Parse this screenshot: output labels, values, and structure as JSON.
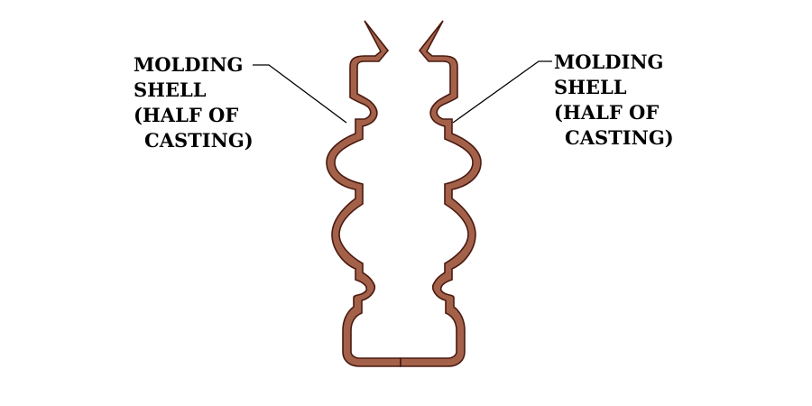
{
  "labels": {
    "left": {
      "line1": "MOLDING",
      "line2": "SHELL",
      "line3": "(HALF OF",
      "line4": "CASTING)"
    },
    "right": {
      "line1": "MOLDING",
      "line2": "SHELL",
      "line3": "(HALF OF",
      "line4": "CASTING)"
    }
  },
  "colors": {
    "shell_fill": "#a4614a",
    "shell_stroke": "#4a1a10",
    "leader_line": "#000000",
    "background": "#ffffff"
  }
}
